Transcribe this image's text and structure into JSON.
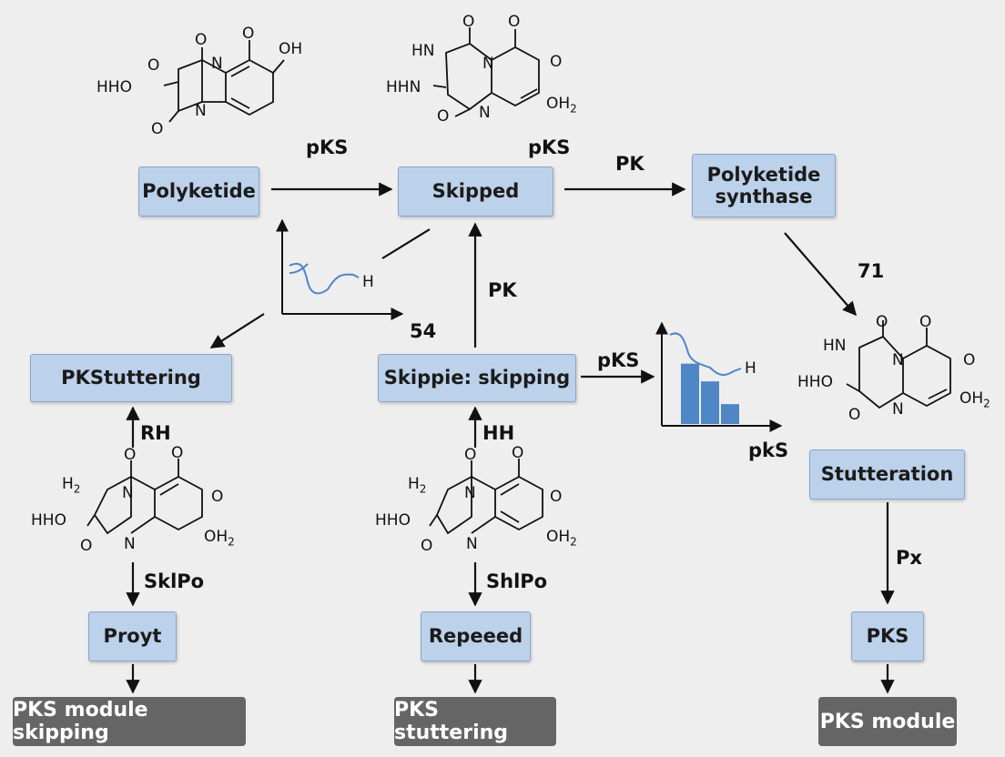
{
  "boxes": {
    "polyketide": "Polyketide",
    "skipped": "Skipped",
    "polyketide_synthase": "Polyketide synthase",
    "pkstuttering": "PKStuttering",
    "skippie": "Skippie: skipping",
    "stutteration": "Stutteration",
    "proyt": "Proyt",
    "repeeed": "Repeeed",
    "pks": "PKS"
  },
  "outputs": {
    "module_skipping": "PKS module skipping",
    "stuttering": "PKS stuttering",
    "module": "PKS module"
  },
  "edge_labels": {
    "pks_top_left": "pKS",
    "pks_top_right": "pKS",
    "pk_top": "PK",
    "num_71": "71",
    "pk_mid": "PK",
    "num_54": "54",
    "pks_mid": "pKS",
    "pks_chart": "pkS",
    "rh": "RH",
    "hh": "HH",
    "sklpo": "SklPo",
    "shlpo": "ShlPo",
    "px": "Px"
  },
  "molecules": {
    "m1": {
      "ho": "HHO",
      "o1": "O",
      "o2": "O",
      "o3": "O",
      "o4": "O",
      "oh": "OH",
      "n1": "N",
      "n2": "N"
    },
    "m2": {
      "hn1": "HN",
      "hn2": "HHN",
      "o1": "O",
      "o2": "O",
      "o3": "O",
      "o4": "O",
      "oh2": "OH2",
      "n1": "N",
      "n2": "N"
    },
    "m3": {
      "hn": "HN",
      "ho": "HHO",
      "o1": "O",
      "o2": "O",
      "o3": "O",
      "o4": "O",
      "oh2": "OH2",
      "n1": "N",
      "n2": "N"
    },
    "m4": {
      "h2": "H2",
      "ho": "HHO",
      "o1": "O",
      "o2": "O",
      "o3": "O",
      "o4": "O",
      "oh2": "OH2",
      "n1": "N",
      "n2": "N"
    },
    "m5": {
      "h2": "H2",
      "ho": "HHO",
      "o1": "O",
      "o2": "O",
      "o3": "O",
      "o4": "O",
      "oh2": "OH2",
      "n1": "N",
      "n2": "N"
    }
  },
  "mini_chart": {
    "label": "H"
  },
  "chart_data": {
    "type": "bar",
    "categories": [
      "",
      "",
      ""
    ],
    "values": [
      0.85,
      0.6,
      0.28
    ],
    "line_label": "H",
    "xlabel": "pkS",
    "ylabel": "",
    "ylim": [
      0,
      1
    ]
  },
  "colors": {
    "box_fill": "#bcd1ea",
    "box_border": "#8aa6c9",
    "output_fill": "#656565",
    "bar": "#4f86c6"
  }
}
